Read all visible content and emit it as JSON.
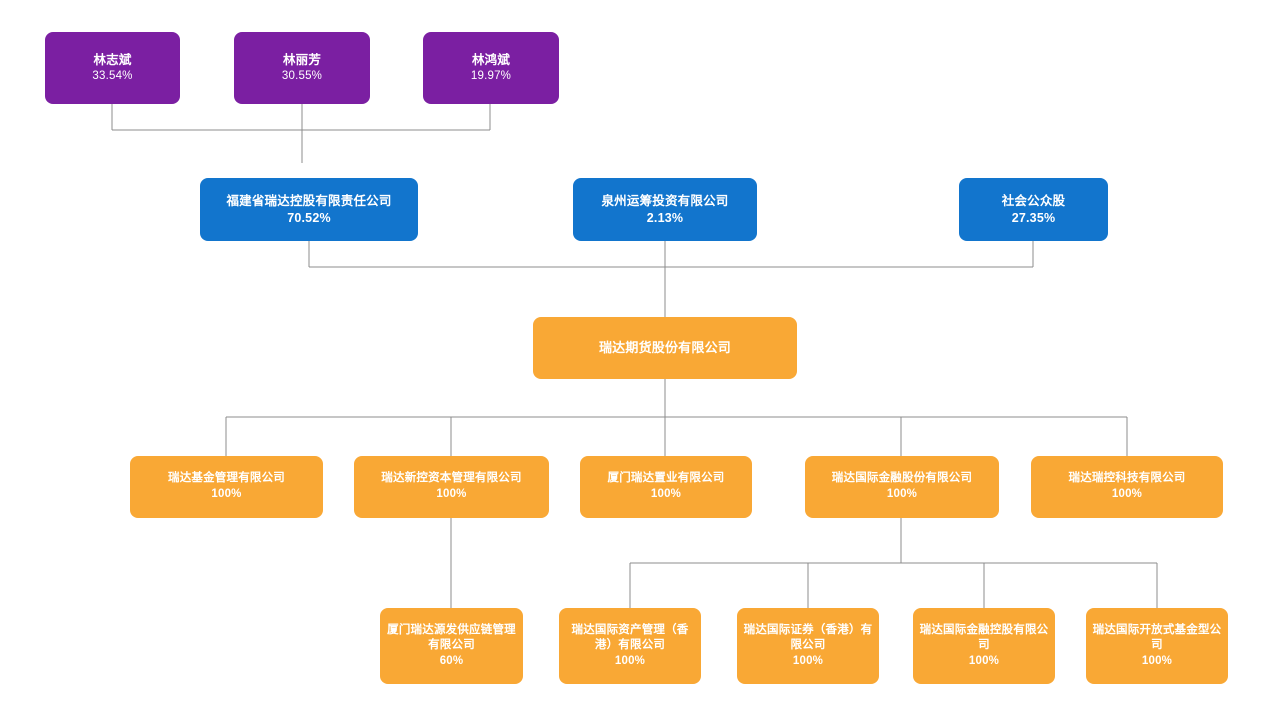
{
  "diagram": {
    "title": "",
    "colors": {
      "person": "#7b1fa2",
      "holder": "#1275cd",
      "company": "#f9a835",
      "line": "#8c8c8c",
      "text": "#ffffff"
    },
    "levels": {
      "persons": [
        {
          "name": "林志斌",
          "pct": "33.54%"
        },
        {
          "name": "林丽芳",
          "pct": "30.55%"
        },
        {
          "name": "林鸿斌",
          "pct": "19.97%"
        }
      ],
      "holders": [
        {
          "name": "福建省瑞达控股有限责任公司",
          "pct": "70.52%"
        },
        {
          "name": "泉州运筹投资有限公司",
          "pct": "2.13%"
        },
        {
          "name": "社会公众股",
          "pct": "27.35%"
        }
      ],
      "core": {
        "name": "瑞达期货股份有限公司",
        "pct": ""
      },
      "subsidiaries": [
        {
          "name": "瑞达基金管理有限公司",
          "pct": "100%"
        },
        {
          "name": "瑞达新控资本管理有限公司",
          "pct": "100%"
        },
        {
          "name": "厦门瑞达置业有限公司",
          "pct": "100%"
        },
        {
          "name": "瑞达国际金融股份有限公司",
          "pct": "100%"
        },
        {
          "name": "瑞达瑞控科技有限公司",
          "pct": "100%"
        }
      ],
      "grandchildren": [
        {
          "name": "厦门瑞达源发供应链管理有限公司",
          "pct": "60%"
        },
        {
          "name": "瑞达国际资产管理（香港）有限公司",
          "pct": "100%"
        },
        {
          "name": "瑞达国际证券（香港）有限公司",
          "pct": "100%"
        },
        {
          "name": "瑞达国际金融控股有限公司",
          "pct": "100%"
        },
        {
          "name": "瑞达国际开放式基金型公司",
          "pct": "100%"
        }
      ]
    }
  }
}
